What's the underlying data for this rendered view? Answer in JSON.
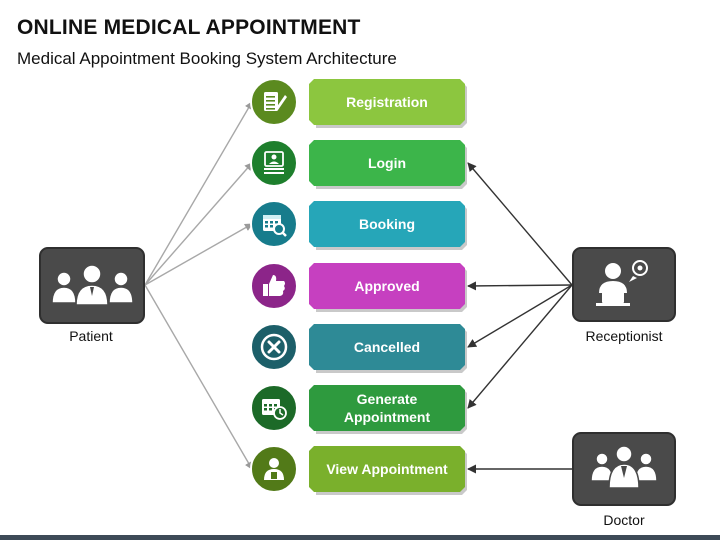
{
  "title": "ONLINE MEDICAL APPOINTMENT",
  "subtitle": "Medical Appointment Booking System Architecture",
  "steps": [
    {
      "label": "Registration",
      "color": "#8cc63f",
      "dark": "#5b8a1f",
      "icon": "notepad-pen-icon"
    },
    {
      "label": "Login",
      "color": "#3cb54a",
      "dark": "#1e7f2d",
      "icon": "id-card-icon"
    },
    {
      "label": "Booking",
      "color": "#26a6b8",
      "dark": "#177c8c",
      "icon": "calendar-search-icon"
    },
    {
      "label": "Approved",
      "color": "#c640c0",
      "dark": "#8c2589",
      "icon": "thumbs-up-icon"
    },
    {
      "label": "Cancelled",
      "color": "#2e8a96",
      "dark": "#1c5f69",
      "icon": "x-circle-icon"
    },
    {
      "label": "Generate Appointment",
      "color": "#2e9a3e",
      "dark": "#1c6a28",
      "icon": "calendar-clock-icon"
    },
    {
      "label": "View Appointment",
      "color": "#7ab02c",
      "dark": "#527a18",
      "icon": "doctor-clipboard-icon"
    }
  ],
  "actors": {
    "patient": {
      "label": "Patient",
      "icon": "patient-group-icon"
    },
    "receptionist": {
      "label": "Receptionist",
      "icon": "receptionist-icon"
    },
    "doctor": {
      "label": "Doctor",
      "icon": "doctor-team-icon"
    }
  },
  "connections": {
    "patient_to": [
      0,
      1,
      2,
      6
    ],
    "receptionist_to": [
      1,
      3,
      4,
      5
    ],
    "doctor_to": [
      6
    ]
  }
}
